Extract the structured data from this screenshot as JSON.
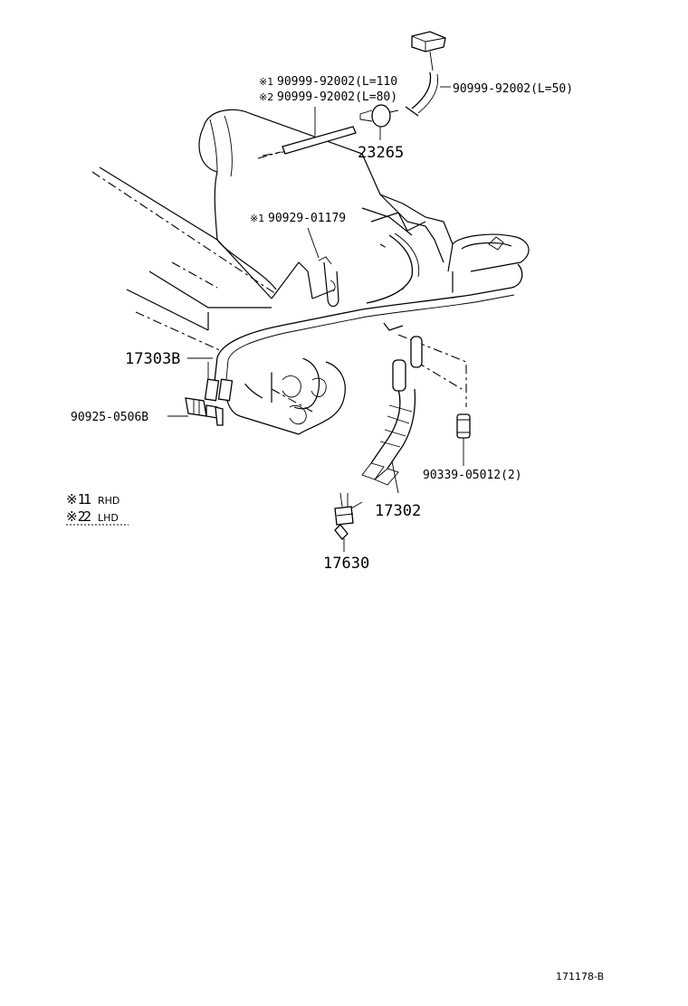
{
  "diagram": {
    "labels": {
      "p_90999_92002_L110": "90999-92002(L=110",
      "p_90999_92002_L80": "90999-92002(L=80)",
      "p_90999_92002_L50": "90999-92002(L=50)",
      "p_23265": "23265",
      "p_90929_01179": "90929-01179",
      "p_17303B": "17303B",
      "p_90925_0506B": "90925-0506B",
      "p_90339_05012": "90339-05012(2)",
      "p_17302": "17302",
      "p_17630": "17630",
      "mark1": "※1",
      "mark2": "※2",
      "mark_small_1": "※1",
      "mark_small_2": "※2",
      "mark_small_3": "※1",
      "legend_1_code": "1",
      "legend_1_text": "RHD",
      "legend_2_code": "2",
      "legend_2_text": "LHD",
      "figure_code": "171178-B"
    }
  }
}
